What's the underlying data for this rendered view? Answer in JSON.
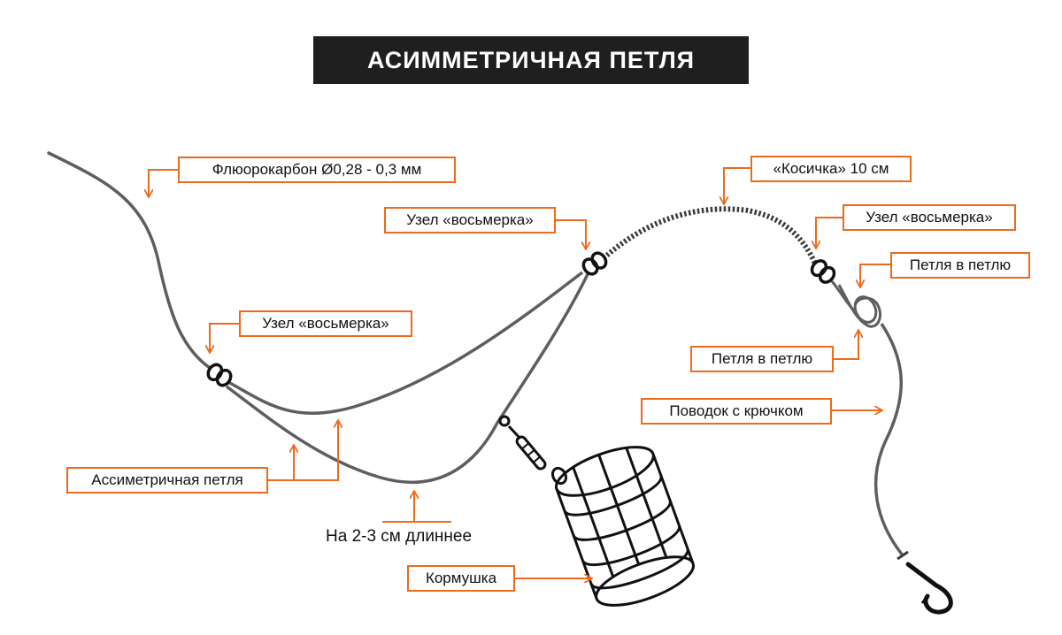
{
  "title": "АСИММЕТРИЧНАЯ ПЕТЛЯ",
  "colors": {
    "accent": "#ee6a1c",
    "line": "#5e5e5e",
    "title_bg": "#1f1f1f"
  },
  "labels": {
    "fluorocarbon": "Флюорокарбон Ø0,28 - 0,3 мм",
    "knot_left": "Узел «восьмерка»",
    "knot_center": "Узел «восьмерка»",
    "braid": "«Косичка» 10 см",
    "knot_right": "Узел «восьмерка»",
    "loop_to_loop_top": "Петля в петлю",
    "loop_to_loop_bottom": "Петля в петлю",
    "leader_with_hook": "Поводок с крючком",
    "asymmetric_loop": "Ассиметричная петля",
    "longer_by": "На 2-3 см длиннее",
    "feeder": "Кормушка"
  }
}
